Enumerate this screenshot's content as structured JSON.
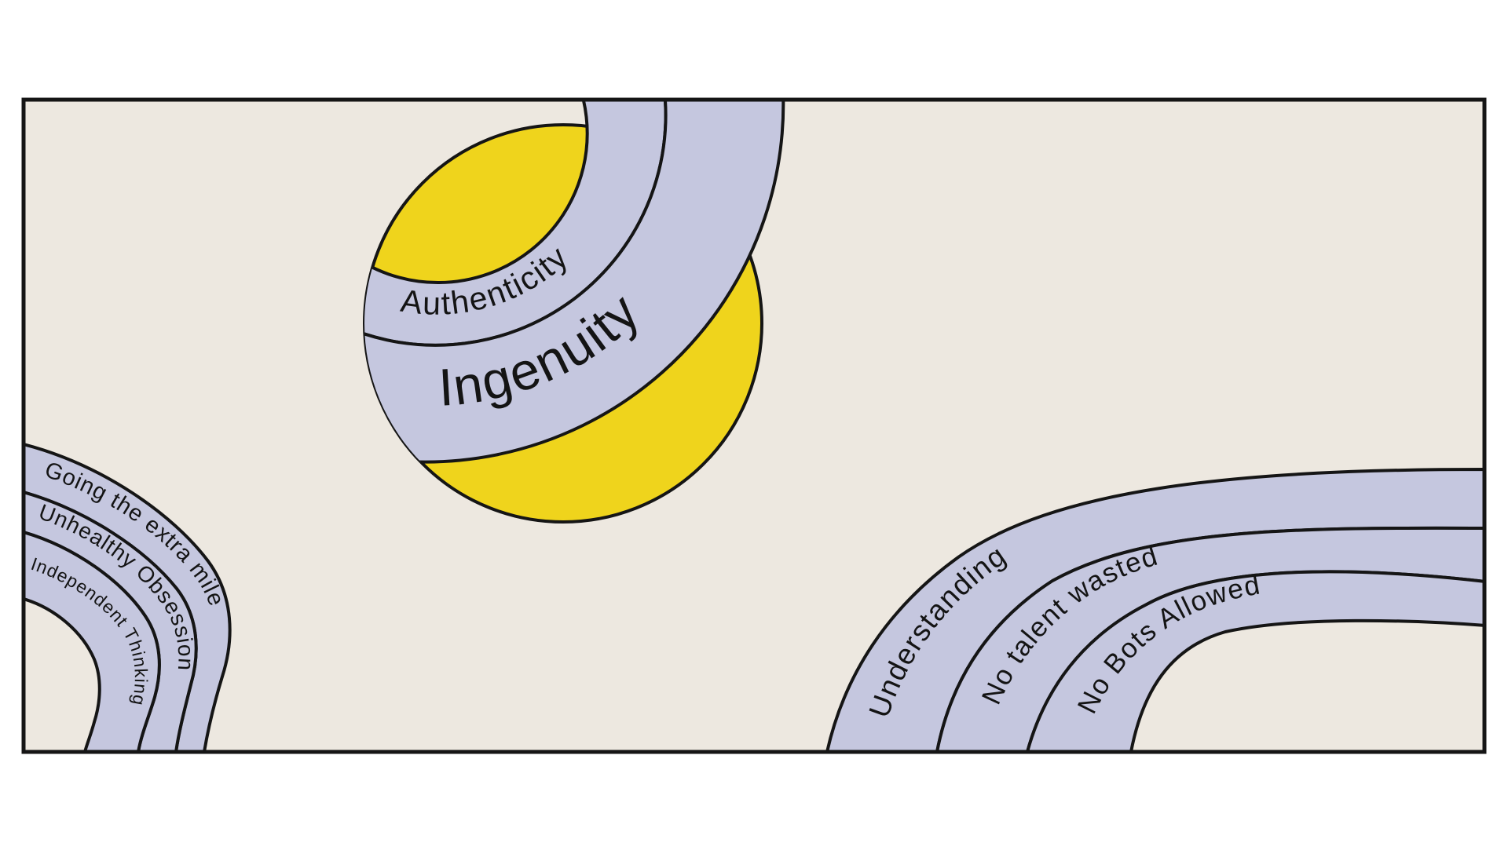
{
  "page": {
    "background": "#ffffff"
  },
  "frame": {
    "background": "#EDE8E0",
    "border_color": "#151515"
  },
  "colors": {
    "band_fill": "#C5C7DF",
    "outline": "#151515",
    "ball_fill": "#EFD41C",
    "text": "#141414"
  },
  "top_motif": {
    "bands": [
      {
        "label": "Authenticity"
      },
      {
        "label": "Ingenuity"
      }
    ]
  },
  "bottom_left_motif": {
    "bands": [
      {
        "label": "Going the extra mile"
      },
      {
        "label": "Unhealthy Obsession"
      },
      {
        "label": "Independent Thinking"
      }
    ]
  },
  "bottom_right_motif": {
    "bands": [
      {
        "label": "Understanding"
      },
      {
        "label": "No talent wasted"
      },
      {
        "label": "No Bots Allowed"
      }
    ]
  }
}
